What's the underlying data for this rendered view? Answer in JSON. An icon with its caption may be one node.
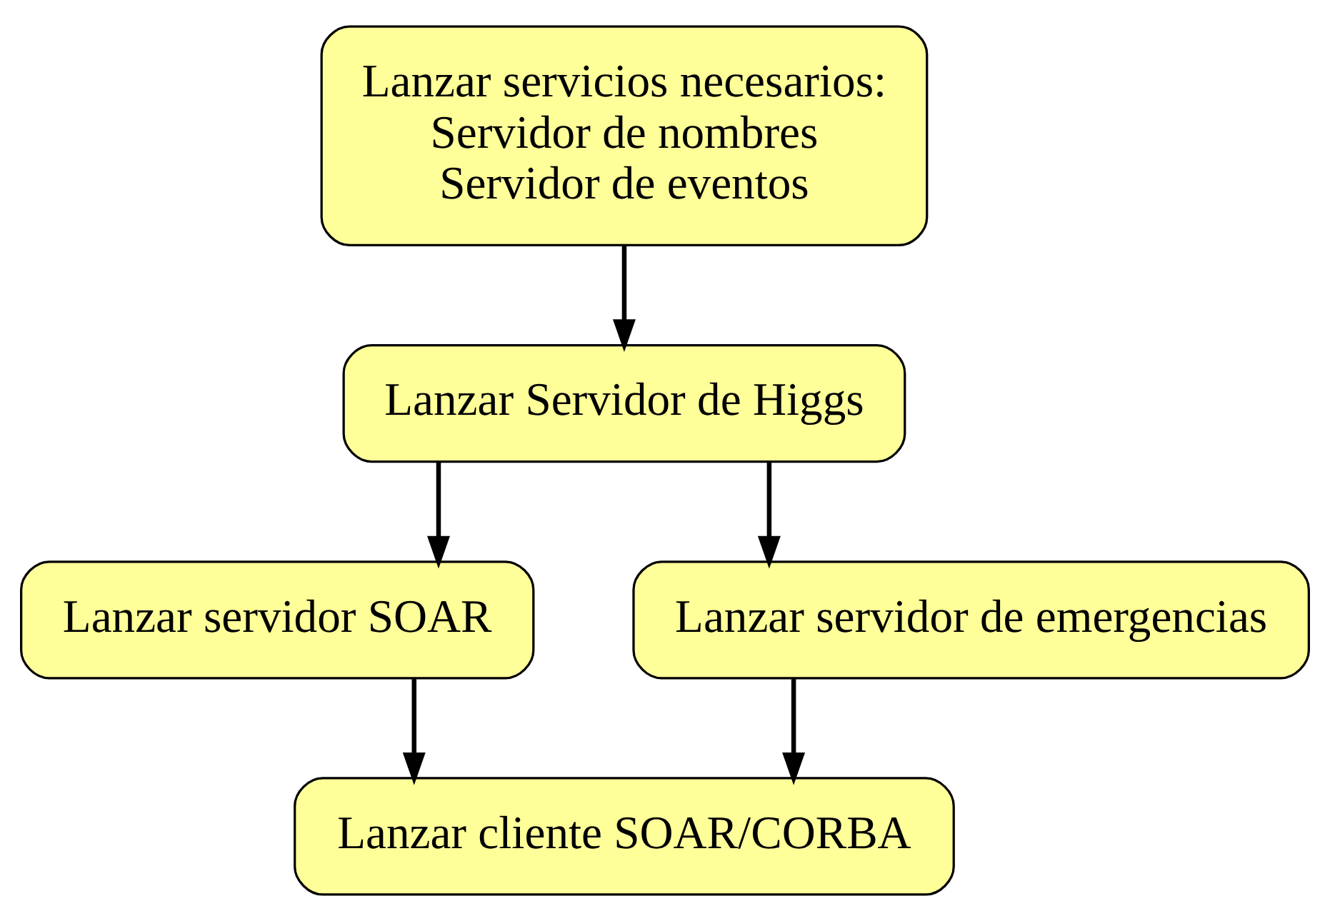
{
  "diagram": {
    "nodes": [
      {
        "text": [
          "Lanzar servicios necesarios:",
          "Servidor de nombres",
          "Servidor de eventos"
        ]
      },
      {
        "text": [
          "Lanzar Servidor de Higgs"
        ]
      },
      {
        "text": [
          "Lanzar servidor SOAR"
        ]
      },
      {
        "text": [
          "Lanzar servidor de emergencias"
        ]
      },
      {
        "text": [
          "Lanzar cliente SOAR/CORBA"
        ]
      }
    ],
    "edges": [
      {
        "from": 0,
        "to": 1,
        "arrow": "to"
      },
      {
        "from": 1,
        "to": 2,
        "arrow": "to"
      },
      {
        "from": 1,
        "to": 3,
        "arrow": "to"
      },
      {
        "from": 2,
        "to": 4,
        "arrow": "to"
      },
      {
        "from": 3,
        "to": 4,
        "arrow": "to"
      }
    ]
  }
}
